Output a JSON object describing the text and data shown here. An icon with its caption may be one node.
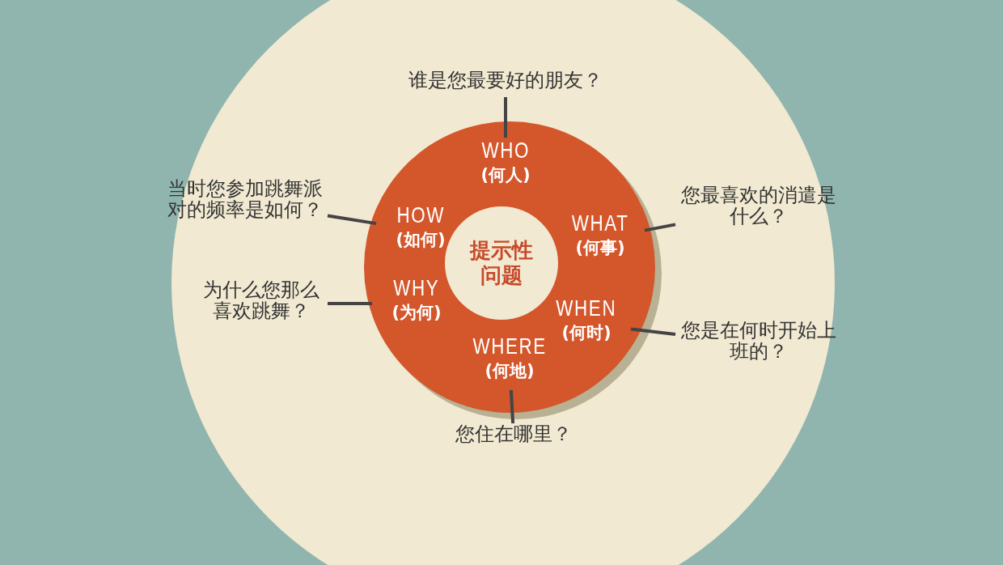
{
  "diagram": {
    "nodes": [
      {
        "text": [],
        "shape": "circle"
      },
      {
        "text": [
          "提示性问题"
        ],
        "in": 0
      },
      {
        "text": [
          "WHO",
          "(何人)"
        ],
        "in": 0
      },
      {
        "text": [
          "HOW",
          "(如何)"
        ],
        "in": 0
      },
      {
        "text": [
          "WHAT",
          "(何事)"
        ],
        "in": 0
      },
      {
        "text": [
          "WHY",
          "(为何)"
        ],
        "in": 0
      },
      {
        "text": [
          "WHEN",
          "(何时)"
        ],
        "in": 0
      },
      {
        "text": [
          "WHERE",
          "(何地)"
        ],
        "in": 0
      },
      {
        "text": [
          "谁是您最要好的朋友？"
        ]
      },
      {
        "text": [
          "当时您参加跳舞派对的频率是如何？"
        ]
      },
      {
        "text": [
          "您最喜欢的消遣是什么？"
        ]
      },
      {
        "text": [
          "为什么您那么喜欢跳舞？"
        ]
      },
      {
        "text": [
          "您是在何时开始上班的？"
        ]
      },
      {
        "text": [
          "您住在哪里？"
        ]
      }
    ],
    "edges": [
      {
        "from": 8,
        "to": 2,
        "arrow": "none"
      },
      {
        "from": 9,
        "to": 3,
        "arrow": "none"
      },
      {
        "from": 10,
        "to": 4,
        "arrow": "none"
      },
      {
        "from": 11,
        "to": 5,
        "arrow": "none"
      },
      {
        "from": 6,
        "to": 12,
        "arrow": "none"
      },
      {
        "from": 7,
        "to": 13,
        "arrow": "none"
      }
    ]
  }
}
